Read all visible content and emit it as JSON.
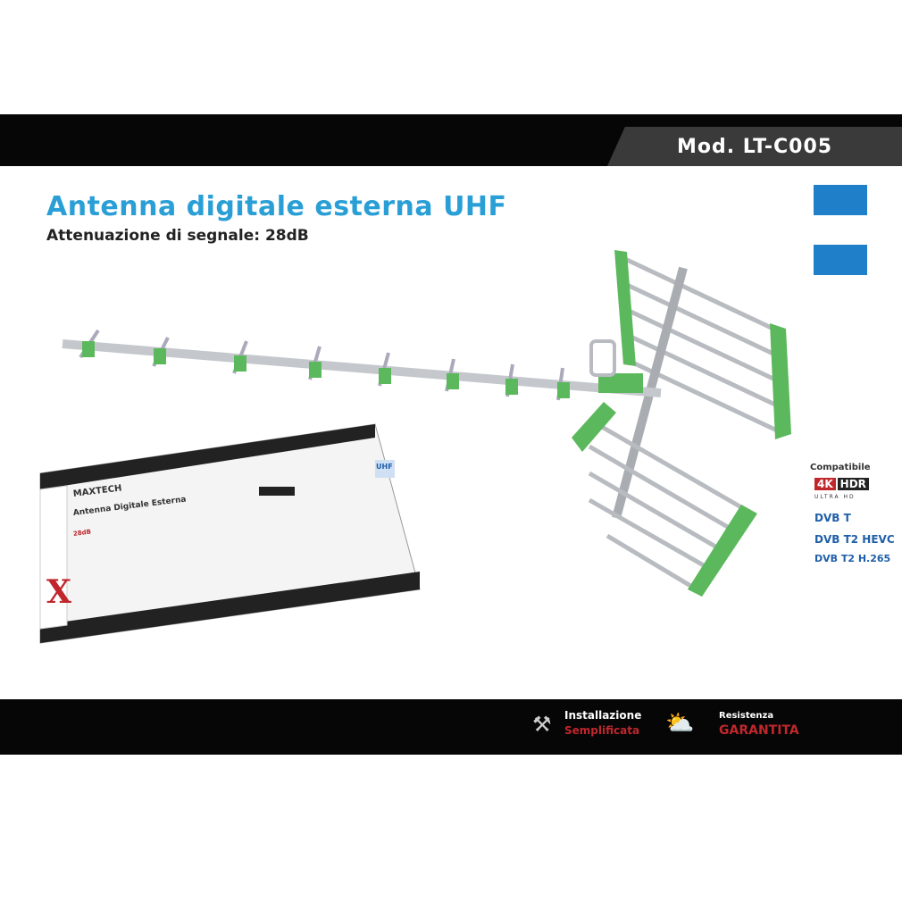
{
  "header": {
    "model": "Mod. LT-C005"
  },
  "product": {
    "title": "Antenna digitale esterna UHF",
    "subtitle": "Attenuazione di segnale: 28dB"
  },
  "box": {
    "brand": "MAXTECH",
    "label": "Antenna Digitale Esterna",
    "band": "UHF",
    "gain": "28dB"
  },
  "compat": {
    "heading": "Compatibile",
    "k4": "4K",
    "hdr": "HDR",
    "uhd": "ULTRA HD",
    "dvb": [
      "DVB T",
      "DVB T2 HEVC",
      "DVB T2 H.265"
    ]
  },
  "features": [
    {
      "line1": "Installazione",
      "line2": "Semplificata"
    },
    {
      "line1": "Resistenza",
      "line2": "GARANTITA"
    }
  ],
  "colors": {
    "accent": "#2a9fd6",
    "green": "#5cb85c",
    "band": "#060606",
    "red": "#c0272d"
  }
}
